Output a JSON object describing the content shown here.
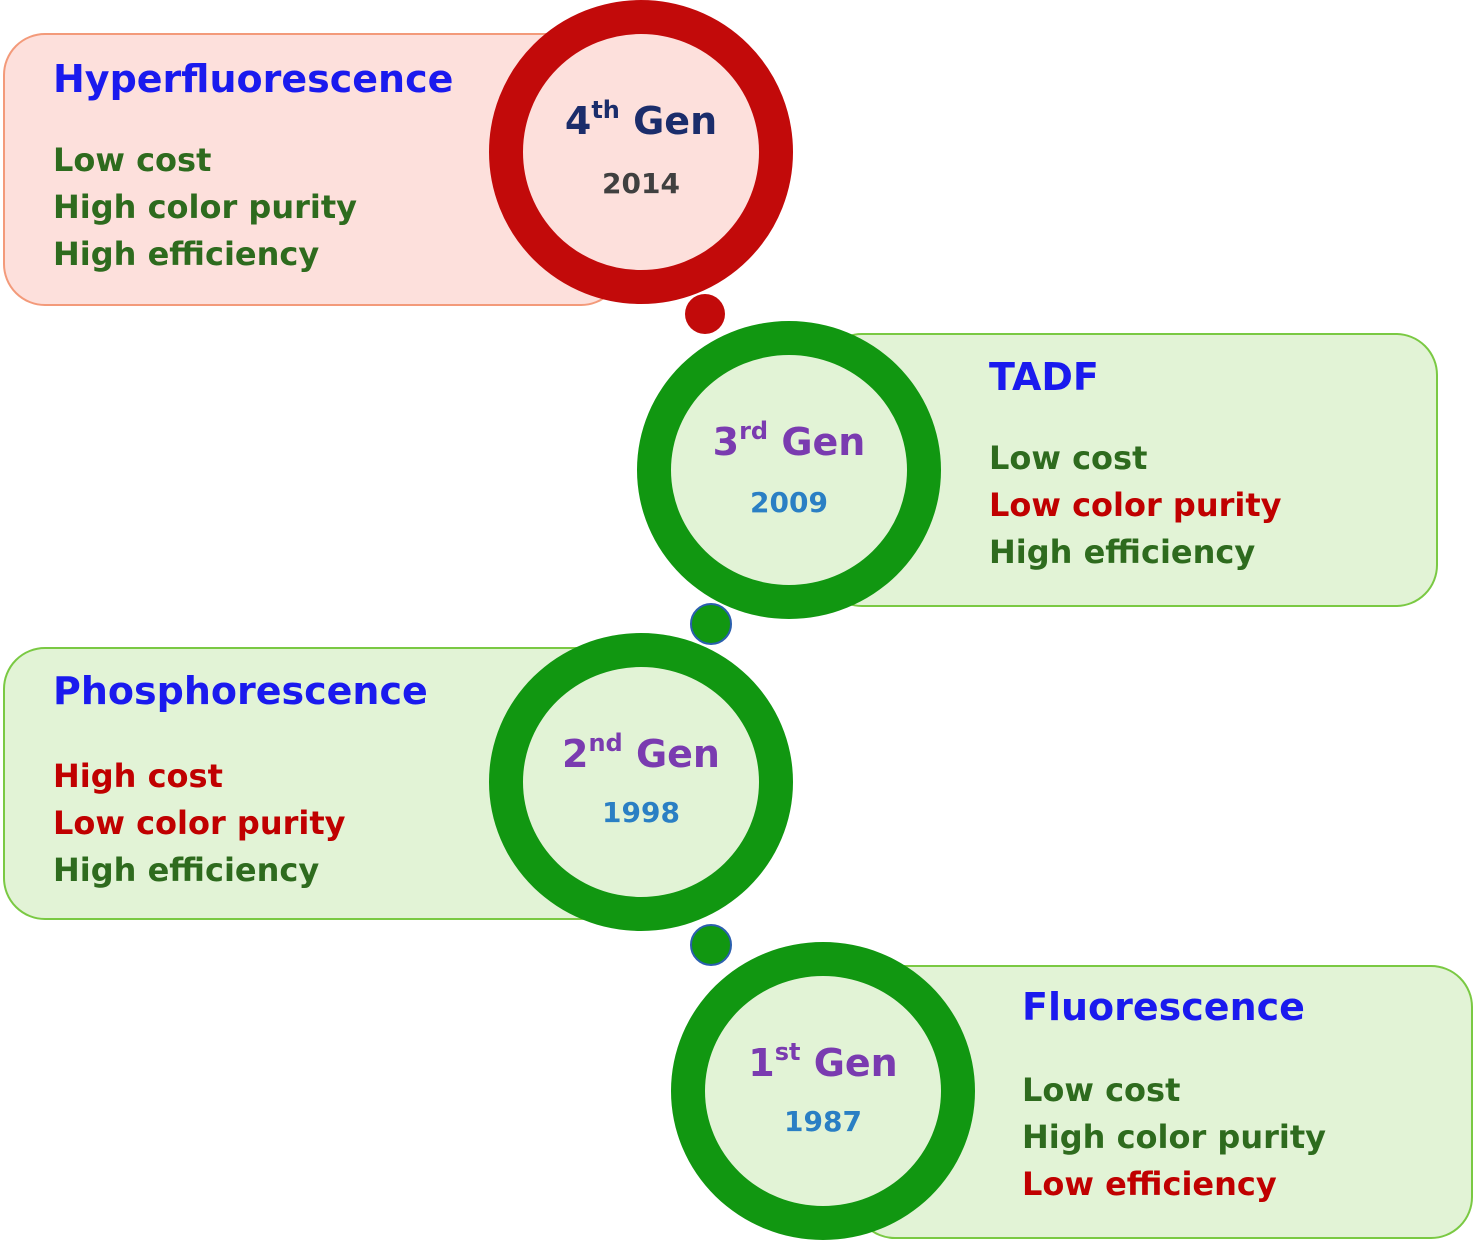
{
  "colors": {
    "good": "#2e6b1e",
    "bad": "#c00000",
    "title": "#1a1aee",
    "gen4_ring": "#c20a0a",
    "green_ring": "#119711",
    "gen4_label": "#1b2d6b",
    "gen_label": "#7a3bb0",
    "gen4_year": "#404040",
    "year": "#2a7fc4"
  },
  "generations": [
    {
      "id": "gen4",
      "gen_number": "4",
      "gen_suffix": "th",
      "gen_word": "Gen",
      "year": "2014",
      "title": "Hyperfluorescence",
      "features": [
        {
          "text": "Low cost",
          "tone": "good"
        },
        {
          "text": "High color purity",
          "tone": "good"
        },
        {
          "text": "High efficiency",
          "tone": "good"
        }
      ]
    },
    {
      "id": "gen3",
      "gen_number": "3",
      "gen_suffix": "rd",
      "gen_word": "Gen",
      "year": "2009",
      "title": "TADF",
      "features": [
        {
          "text": "Low cost",
          "tone": "good"
        },
        {
          "text": "Low color purity",
          "tone": "bad"
        },
        {
          "text": "High efficiency",
          "tone": "good"
        }
      ]
    },
    {
      "id": "gen2",
      "gen_number": "2",
      "gen_suffix": "nd",
      "gen_word": "Gen",
      "year": "1998",
      "title": "Phosphorescence",
      "features": [
        {
          "text": "High cost",
          "tone": "bad"
        },
        {
          "text": "Low color purity",
          "tone": "bad"
        },
        {
          "text": "High efficiency",
          "tone": "good"
        }
      ]
    },
    {
      "id": "gen1",
      "gen_number": "1",
      "gen_suffix": "st",
      "gen_word": "Gen",
      "year": "1987",
      "title": "Fluorescence",
      "features": [
        {
          "text": "Low cost",
          "tone": "good"
        },
        {
          "text": "High color purity",
          "tone": "good"
        },
        {
          "text": "Low efficiency",
          "tone": "bad"
        }
      ]
    }
  ]
}
